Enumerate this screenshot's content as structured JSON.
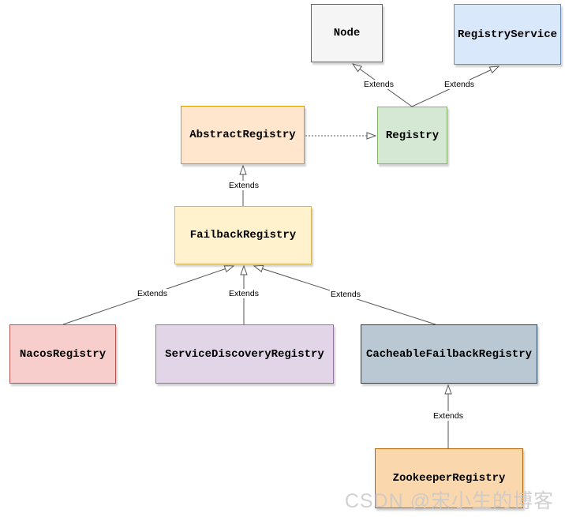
{
  "diagram": {
    "type": "class-diagram",
    "watermark": "CSDN @宋小生的博客",
    "nodes": [
      {
        "id": "node",
        "label": "Node",
        "fill": "#f5f5f5",
        "stroke": "#666666"
      },
      {
        "id": "registry-service",
        "label": "RegistryService",
        "fill": "#dae8fc",
        "stroke": "#6c8ebf"
      },
      {
        "id": "abstract-registry",
        "label": "AbstractRegistry",
        "fill": "#ffe6cc",
        "stroke": "#d79b00"
      },
      {
        "id": "registry",
        "label": "Registry",
        "fill": "#d5e8d4",
        "stroke": "#82b366"
      },
      {
        "id": "failback-registry",
        "label": "FailbackRegistry",
        "fill": "#fff2cc",
        "stroke": "#d6b656"
      },
      {
        "id": "nacos-registry",
        "label": "NacosRegistry",
        "fill": "#f8cecc",
        "stroke": "#b85450"
      },
      {
        "id": "service-discovery-registry",
        "label": "ServiceDiscoveryRegistry",
        "fill": "#e1d5e7",
        "stroke": "#9673a6"
      },
      {
        "id": "cacheable-failback-registry",
        "label": "CacheableFailbackRegistry",
        "fill": "#bac8d3",
        "stroke": "#23445d"
      },
      {
        "id": "zookeeper-registry",
        "label": "ZookeeperRegistry",
        "fill": "#fad7ac",
        "stroke": "#b46504"
      }
    ],
    "edges": [
      {
        "from": "Registry",
        "to": "Node",
        "label": "Extends",
        "style": "solid"
      },
      {
        "from": "Registry",
        "to": "RegistryService",
        "label": "Extends",
        "style": "solid"
      },
      {
        "from": "FailbackRegistry",
        "to": "AbstractRegistry",
        "label": "Extends",
        "style": "solid"
      },
      {
        "from": "AbstractRegistry",
        "to": "Registry",
        "label": "",
        "style": "dashed"
      },
      {
        "from": "NacosRegistry",
        "to": "FailbackRegistry",
        "label": "Extends",
        "style": "solid"
      },
      {
        "from": "ServiceDiscoveryRegistry",
        "to": "FailbackRegistry",
        "label": "Extends",
        "style": "solid"
      },
      {
        "from": "CacheableFailbackRegistry",
        "to": "FailbackRegistry",
        "label": "Extends",
        "style": "solid"
      },
      {
        "from": "ZookeeperRegistry",
        "to": "CacheableFailbackRegistry",
        "label": "Extends",
        "style": "solid"
      }
    ],
    "line_color": "#565656"
  }
}
